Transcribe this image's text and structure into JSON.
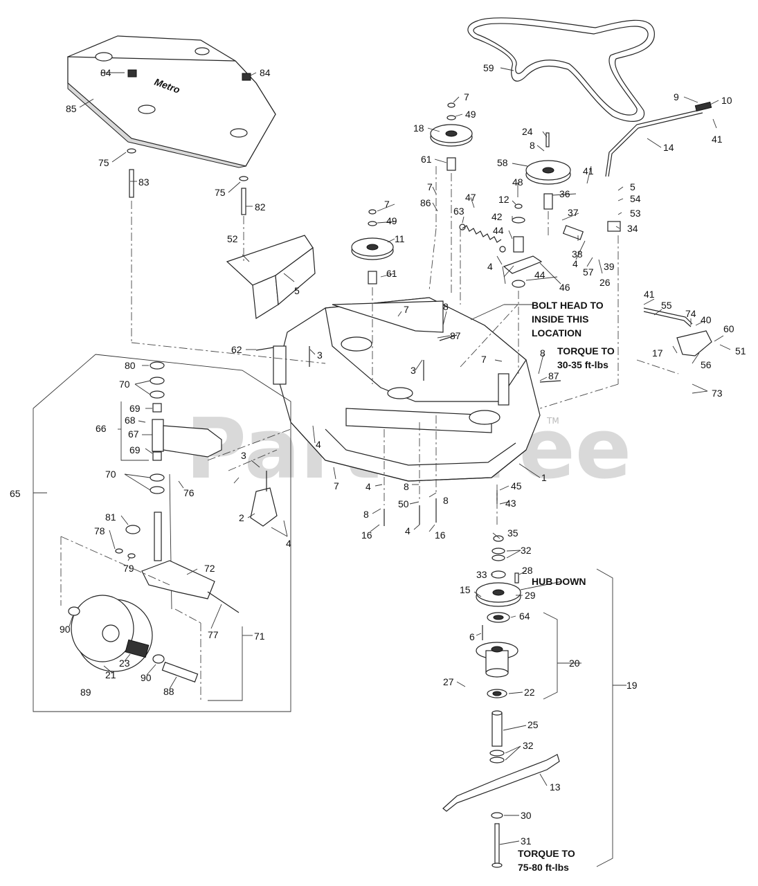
{
  "watermark": {
    "text": "PartsTree",
    "tm": "TM"
  },
  "deck_cover": {
    "logo_text": "Metro"
  },
  "notes": {
    "bolt_head_1": "BOLT HEAD TO",
    "bolt_head_2": "INSIDE THIS",
    "bolt_head_3": "LOCATION",
    "torque_a_1": "TORQUE TO",
    "torque_a_2": "30-35 ft-lbs",
    "hub_down": "HUB DOWN",
    "torque_b_1": "TORQUE TO",
    "torque_b_2": "75-80 ft-lbs"
  },
  "callouts": {
    "p1": "1",
    "p2": "2",
    "p3a": "3",
    "p3b": "3",
    "p3c": "3",
    "p4a": "4",
    "p4b": "4",
    "p4c": "4",
    "p4d": "4",
    "p4e": "4",
    "p4f": "4",
    "p5a": "5",
    "p5b": "5",
    "p6": "6",
    "p7a": "7",
    "p7b": "7",
    "p7c": "7",
    "p7d": "7",
    "p7e": "7",
    "p7f": "7",
    "p8a": "8",
    "p8b": "8",
    "p8c": "8",
    "p8d": "8",
    "p8e": "8",
    "p8f": "8",
    "p9": "9",
    "p10": "10",
    "p11": "11",
    "p12": "12",
    "p13": "13",
    "p14": "14",
    "p15": "15",
    "p16a": "16",
    "p16b": "16",
    "p17": "17",
    "p18": "18",
    "p19": "19",
    "p20": "20",
    "p21": "21",
    "p22": "22",
    "p23": "23",
    "p24": "24",
    "p25": "25",
    "p26": "26",
    "p27": "27",
    "p28": "28",
    "p29": "29",
    "p30": "30",
    "p31": "31",
    "p32a": "32",
    "p32b": "32",
    "p33": "33",
    "p34": "34",
    "p35": "35",
    "p36": "36",
    "p37": "37",
    "p38": "38",
    "p39": "39",
    "p40": "40",
    "p41a": "41",
    "p41b": "41",
    "p41c": "41",
    "p42": "42",
    "p43": "43",
    "p44a": "44",
    "p44b": "44",
    "p45": "45",
    "p46": "46",
    "p47": "47",
    "p48": "48",
    "p49a": "49",
    "p49b": "49",
    "p50": "50",
    "p51": "51",
    "p52": "52",
    "p53": "53",
    "p54": "54",
    "p55": "55",
    "p56": "56",
    "p57": "57",
    "p58": "58",
    "p59": "59",
    "p60": "60",
    "p61a": "61",
    "p61b": "61",
    "p62": "62",
    "p63": "63",
    "p64": "64",
    "p65": "65",
    "p66": "66",
    "p67": "67",
    "p68": "68",
    "p69a": "69",
    "p69b": "69",
    "p70a": "70",
    "p70b": "70",
    "p71": "71",
    "p72": "72",
    "p73": "73",
    "p74": "74",
    "p75a": "75",
    "p75b": "75",
    "p76": "76",
    "p77": "77",
    "p78": "78",
    "p79": "79",
    "p80": "80",
    "p81": "81",
    "p82": "82",
    "p83": "83",
    "p84a": "84",
    "p84b": "84",
    "p85": "85",
    "p86": "86",
    "p87a": "87",
    "p87b": "87",
    "p88": "88",
    "p89": "89",
    "p90a": "90",
    "p90b": "90"
  }
}
